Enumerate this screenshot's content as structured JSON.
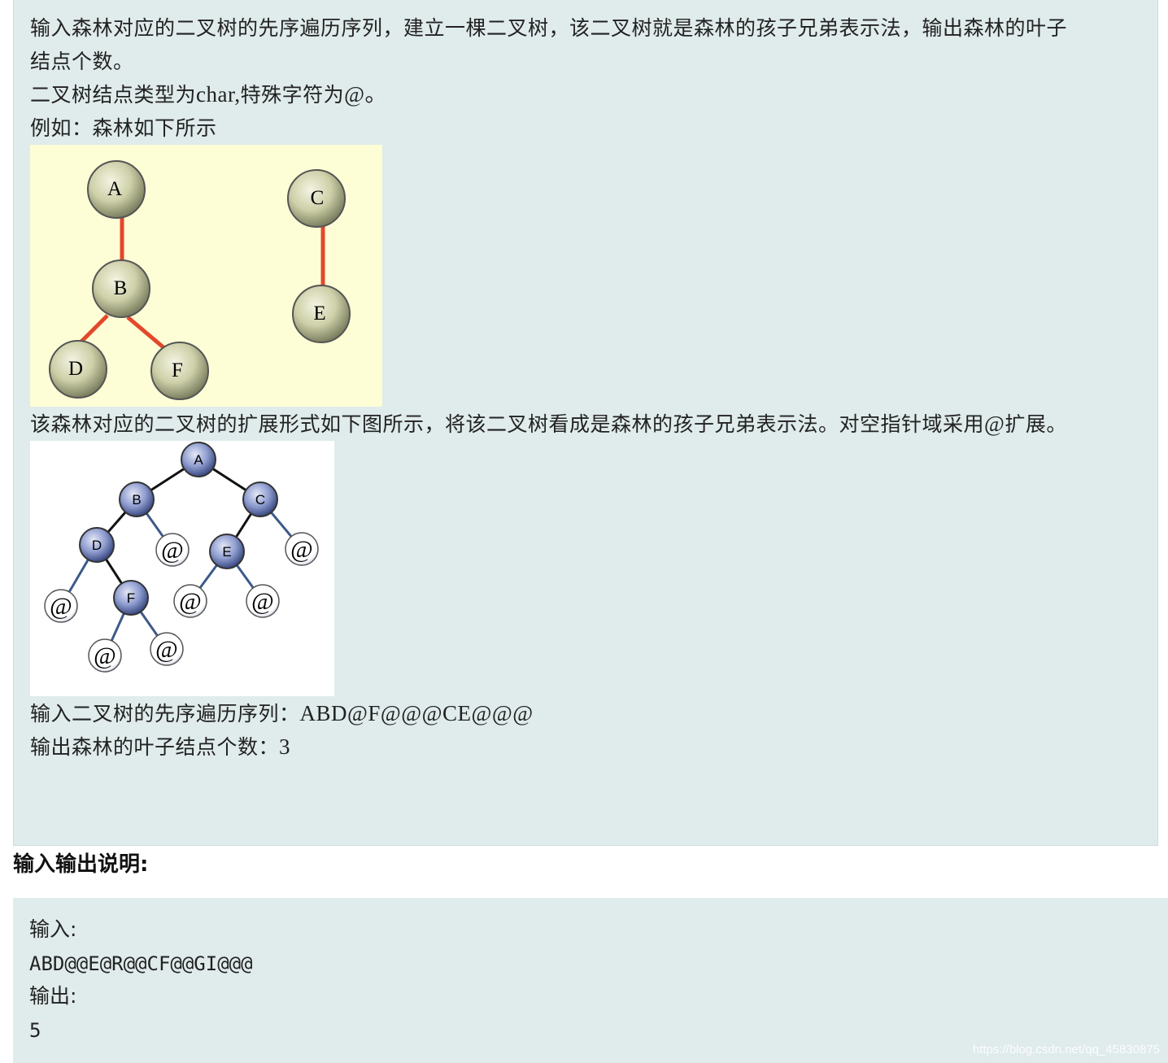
{
  "description": {
    "line1": "输入森林对应的二叉树的先序遍历序列，建立一棵二叉树，该二叉树就是森林的孩子兄弟表示法，输出森林的叶子",
    "line2": "结点个数。",
    "line3_a": "二叉树结点类型为",
    "line3_b": "char,",
    "line3_c": "特殊字符为",
    "line3_d": "@。",
    "line4": "例如：森林如下所示",
    "line5_a": "该森林对应的二叉树的扩展形式如下图所示，将该二叉树看成是森林的孩子兄弟表示法。对空指针域采用",
    "line5_b": "@",
    "line5_c": "扩展。",
    "line6_a": "输入二叉树的先序遍历序列：",
    "line6_b": "ABD@F@@@CE@@@",
    "line7_a": "输出森林的叶子结点个数：",
    "line7_b": "3"
  },
  "forest_figure": {
    "nodes": [
      "A",
      "B",
      "D",
      "F",
      "C",
      "E"
    ]
  },
  "binary_figure": {
    "nodes": [
      "A",
      "B",
      "C",
      "D",
      "E",
      "F"
    ],
    "null_label": "@"
  },
  "io_section": {
    "title": "输入输出说明:",
    "input_label": "输入:",
    "input_value": "ABD@@E@R@@CF@@GI@@@",
    "output_label": "输出:",
    "output_value": "5"
  },
  "watermark": "https://blog.csdn.net/qq_45830875",
  "colors": {
    "panel_bg": "#e0ebeb",
    "forest_bg": "#fefed6",
    "forest_edge": "#e2482a",
    "binary_node": "#7e8fc4"
  }
}
